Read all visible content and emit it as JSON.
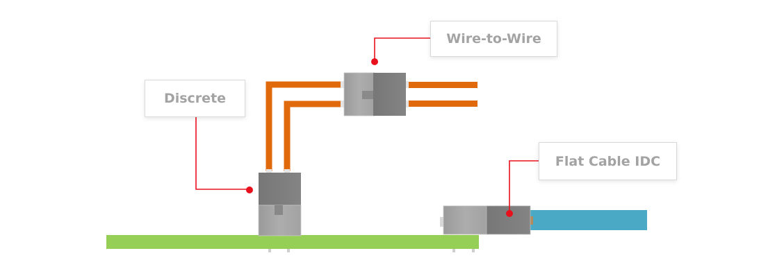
{
  "diagram": {
    "type": "connector-types-illustration",
    "labels": {
      "wire_to_wire": "Wire-to-Wire",
      "discrete": "Discrete",
      "flat_cable_idc": "Flat Cable IDC"
    },
    "colors": {
      "wire": "#e0690c",
      "pcb": "#95cf55",
      "flat_cable": "#4aa9c4",
      "connector_light": "#a6a6a6",
      "connector_dark": "#7d7d7d",
      "callout": "#e8101c",
      "label_text": "#a3a3a3"
    }
  }
}
